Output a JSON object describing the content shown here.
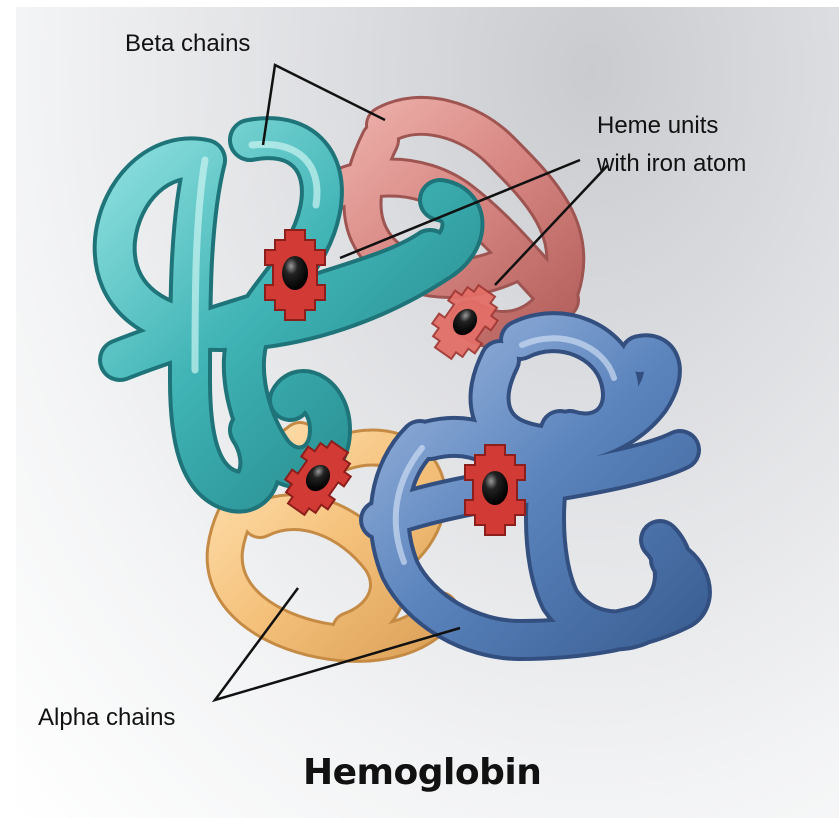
{
  "diagram": {
    "title": "Hemoglobin",
    "labels": {
      "beta": "Beta chains",
      "heme_line1": "Heme units",
      "heme_line2": "with iron atom",
      "alpha": "Alpha chains"
    },
    "colors": {
      "beta_teal": "#3fb3b5",
      "beta_red": "#d88783",
      "alpha_orange": "#f5c27c",
      "alpha_blue": "#5b84bd",
      "heme": "#d23a36",
      "iron": "#111111"
    }
  }
}
